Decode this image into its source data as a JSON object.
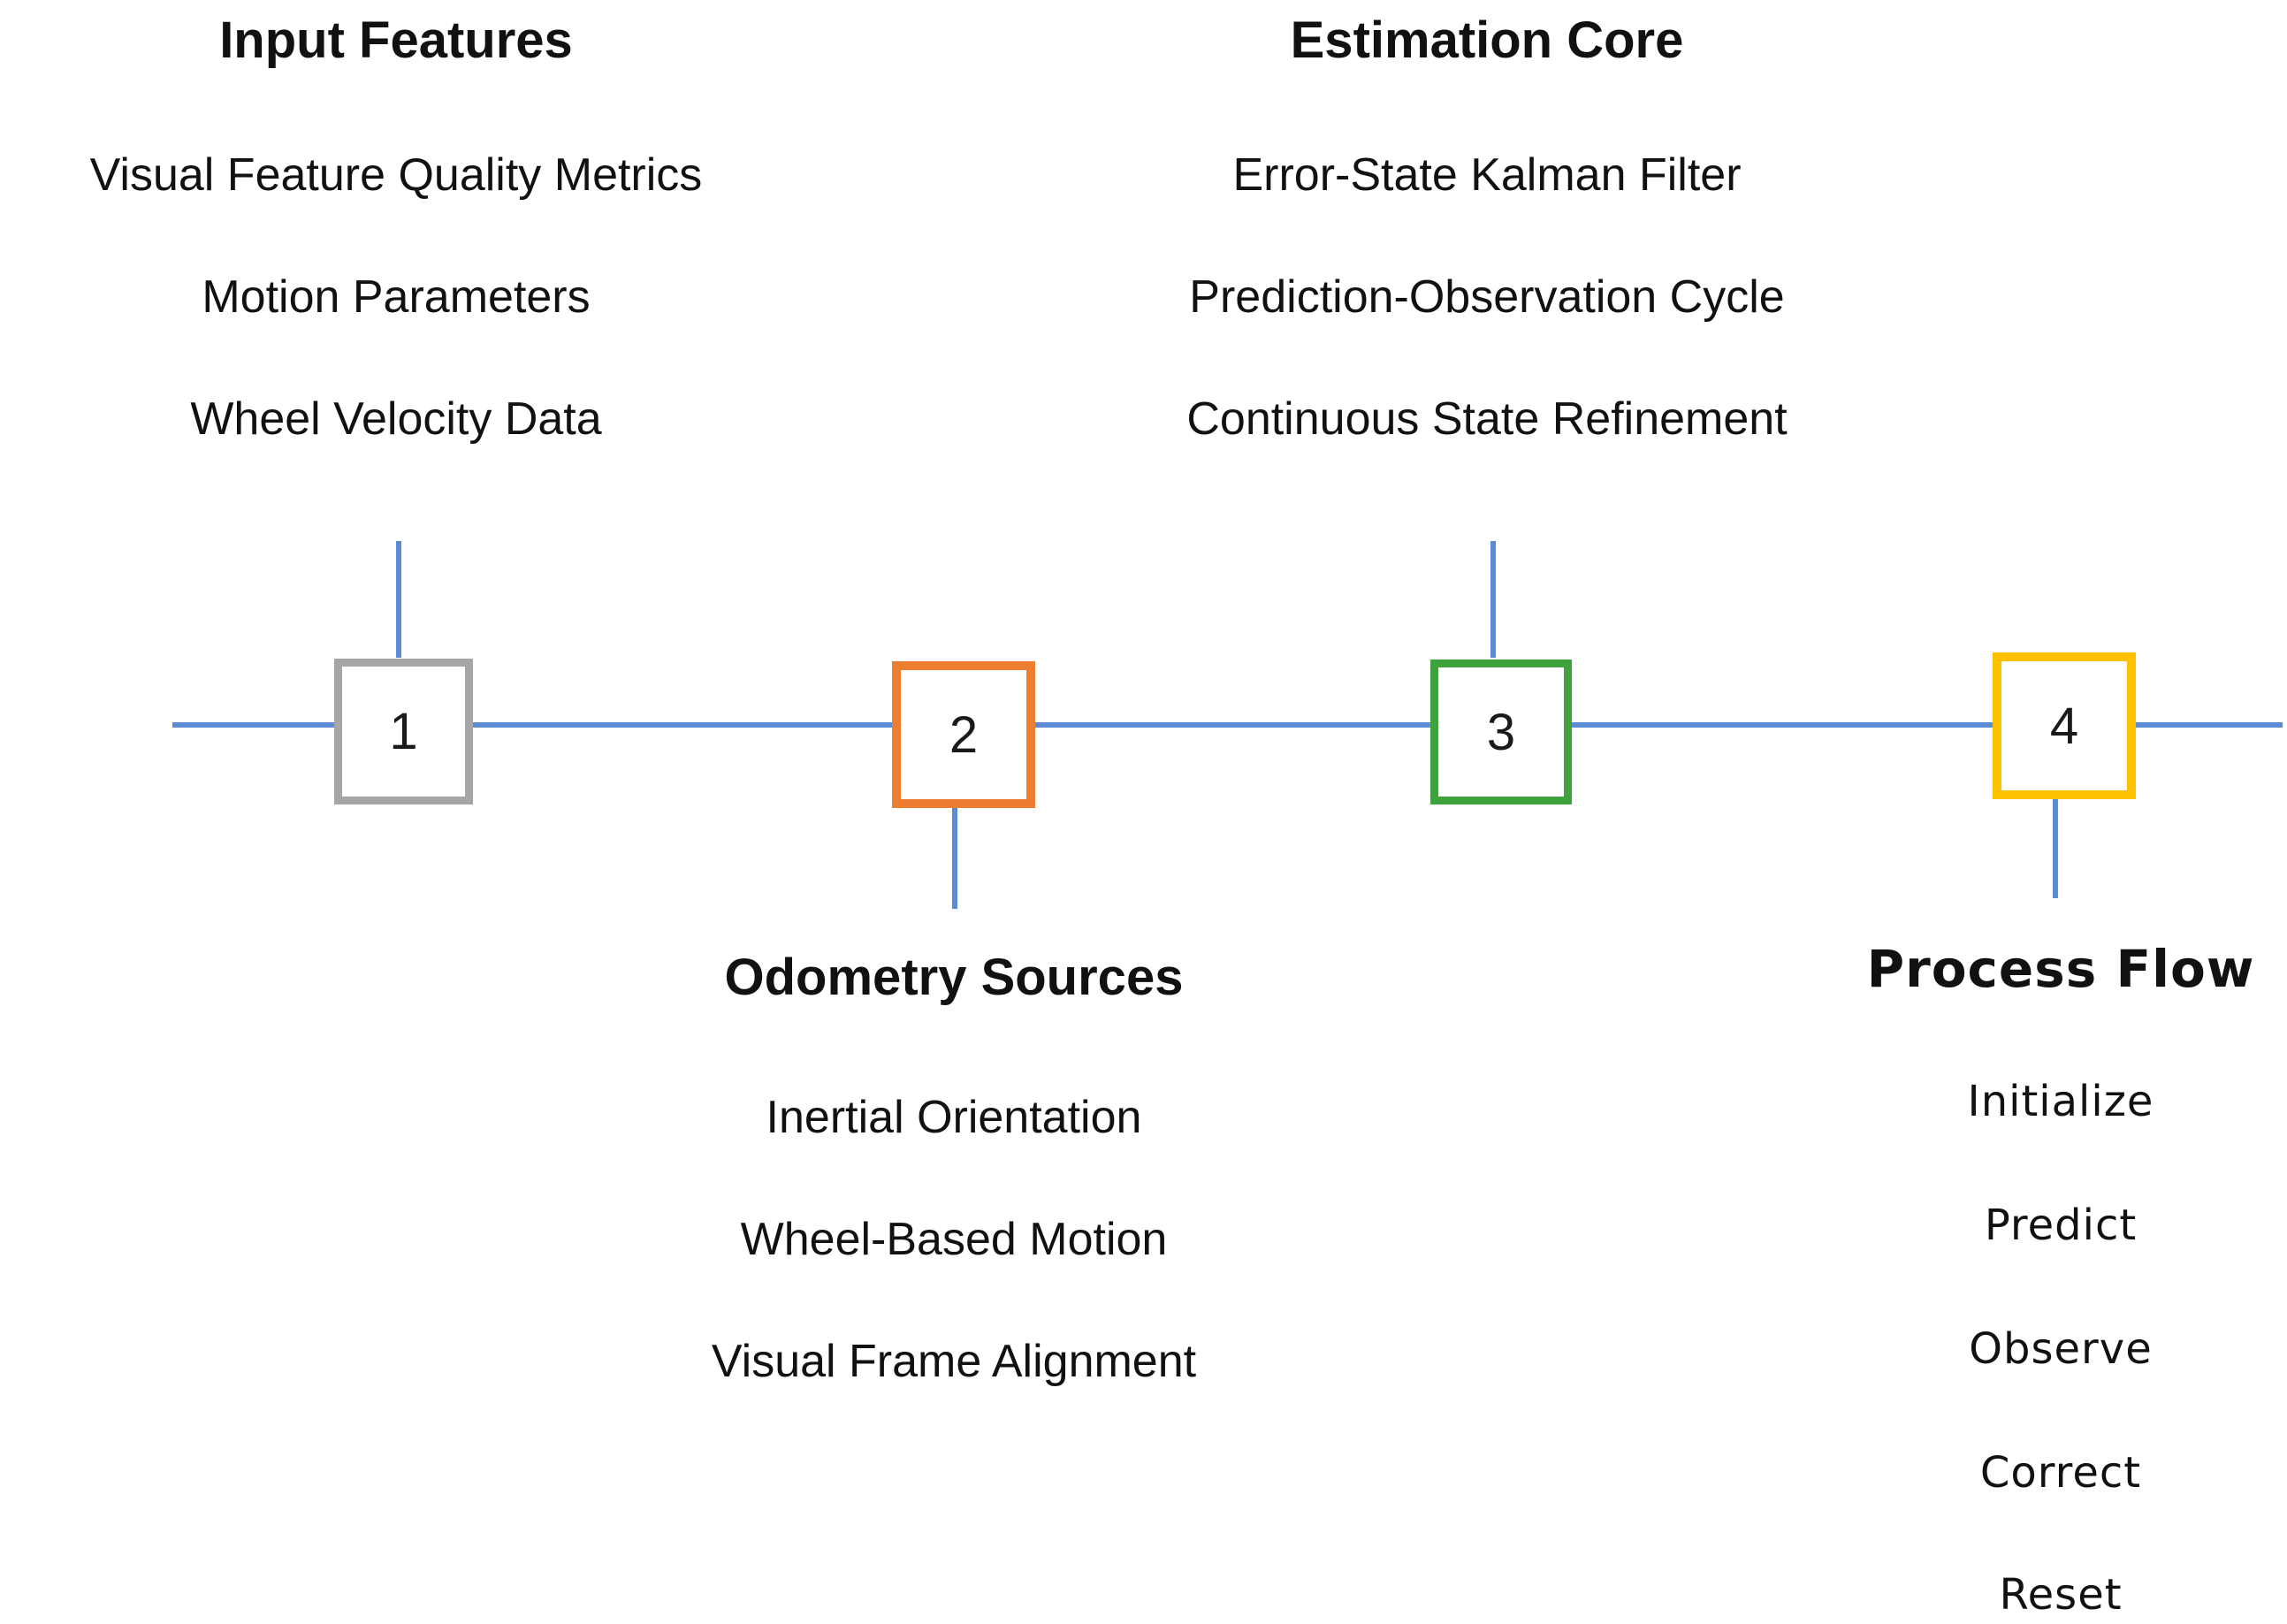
{
  "colors": {
    "line_blue": "#5B8BD5",
    "text": "#111111",
    "background": "#FFFFFF"
  },
  "timeline": {
    "steps": [
      {
        "number": "1",
        "color": "#A6A6A6"
      },
      {
        "number": "2",
        "color": "#ED7D31"
      },
      {
        "number": "3",
        "color": "#3FA33D"
      },
      {
        "number": "4",
        "color": "#FFC000"
      }
    ]
  },
  "sections": [
    {
      "title": "Input Features",
      "items": [
        "Visual Feature Quality Metrics",
        "Motion Parameters",
        "Wheel Velocity Data"
      ]
    },
    {
      "title": "Estimation Core",
      "items": [
        "Error-State Kalman Filter",
        "Prediction-Observation Cycle",
        "Continuous State Refinement"
      ]
    },
    {
      "title": "Odometry Sources",
      "items": [
        "Inertial Orientation",
        "Wheel-Based Motion",
        "Visual Frame Alignment"
      ]
    },
    {
      "title": "Process Flow",
      "items": [
        "Initialize",
        "Predict",
        "Observe",
        "Correct",
        "Reset"
      ]
    }
  ]
}
